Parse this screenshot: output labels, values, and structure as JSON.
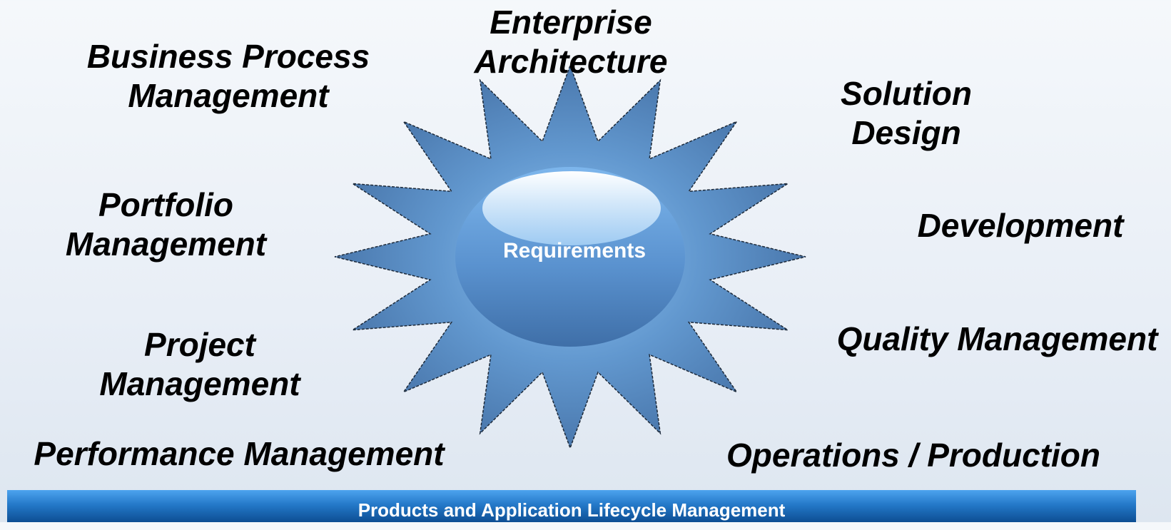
{
  "center": {
    "label": "Requirements"
  },
  "disciplines": {
    "enterprise_architecture": [
      "Enterprise",
      "Architecture"
    ],
    "business_process_management": [
      "Business Process",
      "Management"
    ],
    "solution_design": [
      "Solution",
      "Design"
    ],
    "portfolio_management": [
      "Portfolio",
      "Management"
    ],
    "development": [
      "Development"
    ],
    "project_management": [
      "Project",
      "Management"
    ],
    "quality_management": [
      "Quality Management"
    ],
    "performance_management": [
      "Performance Management"
    ],
    "operations_production": [
      "Operations / Production"
    ]
  },
  "footer": {
    "label": "Products and Application Lifecycle Management"
  },
  "colors": {
    "burst_fill": "#5b8dc3",
    "sphere_fill": "#5f95cf",
    "footer_bar": "#2479c9",
    "label_text": "#000000"
  }
}
